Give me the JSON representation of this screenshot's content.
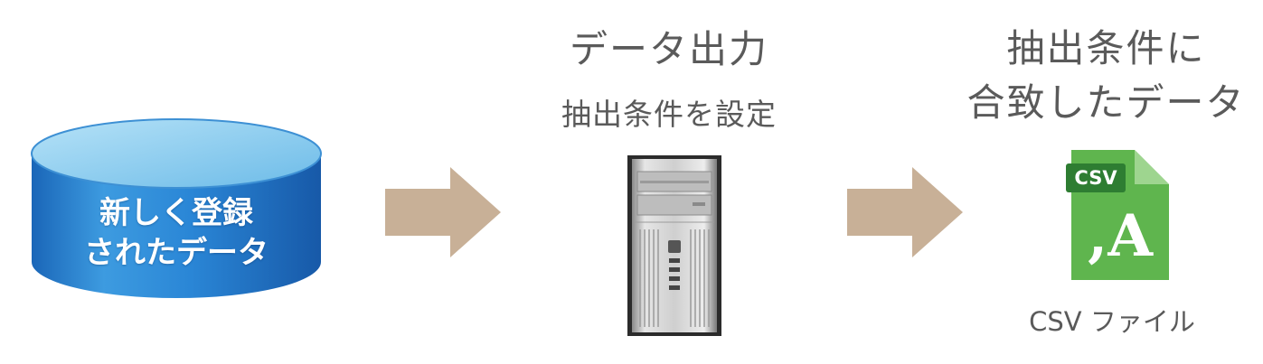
{
  "database": {
    "label_line1": "新しく登録",
    "label_line2": "されたデータ"
  },
  "export": {
    "title": "データ出力",
    "subtitle": "抽出条件を設定"
  },
  "result": {
    "title_line1": "抽出条件に",
    "title_line2": "合致したデータ",
    "file_badge": "CSV",
    "file_glyph": ",A",
    "caption": "CSV ファイル"
  },
  "icons": {
    "database": "database-cylinder-icon",
    "server": "tower-server-icon",
    "file": "csv-file-icon",
    "arrow": "right-arrow-icon"
  },
  "colors": {
    "arrow": "#c8b097",
    "db_top": "#7ec6ec",
    "db_side": "#1f7fd0",
    "file_body": "#5fb54e",
    "file_badge": "#2e7d32",
    "title_text": "#5a5a5a"
  }
}
